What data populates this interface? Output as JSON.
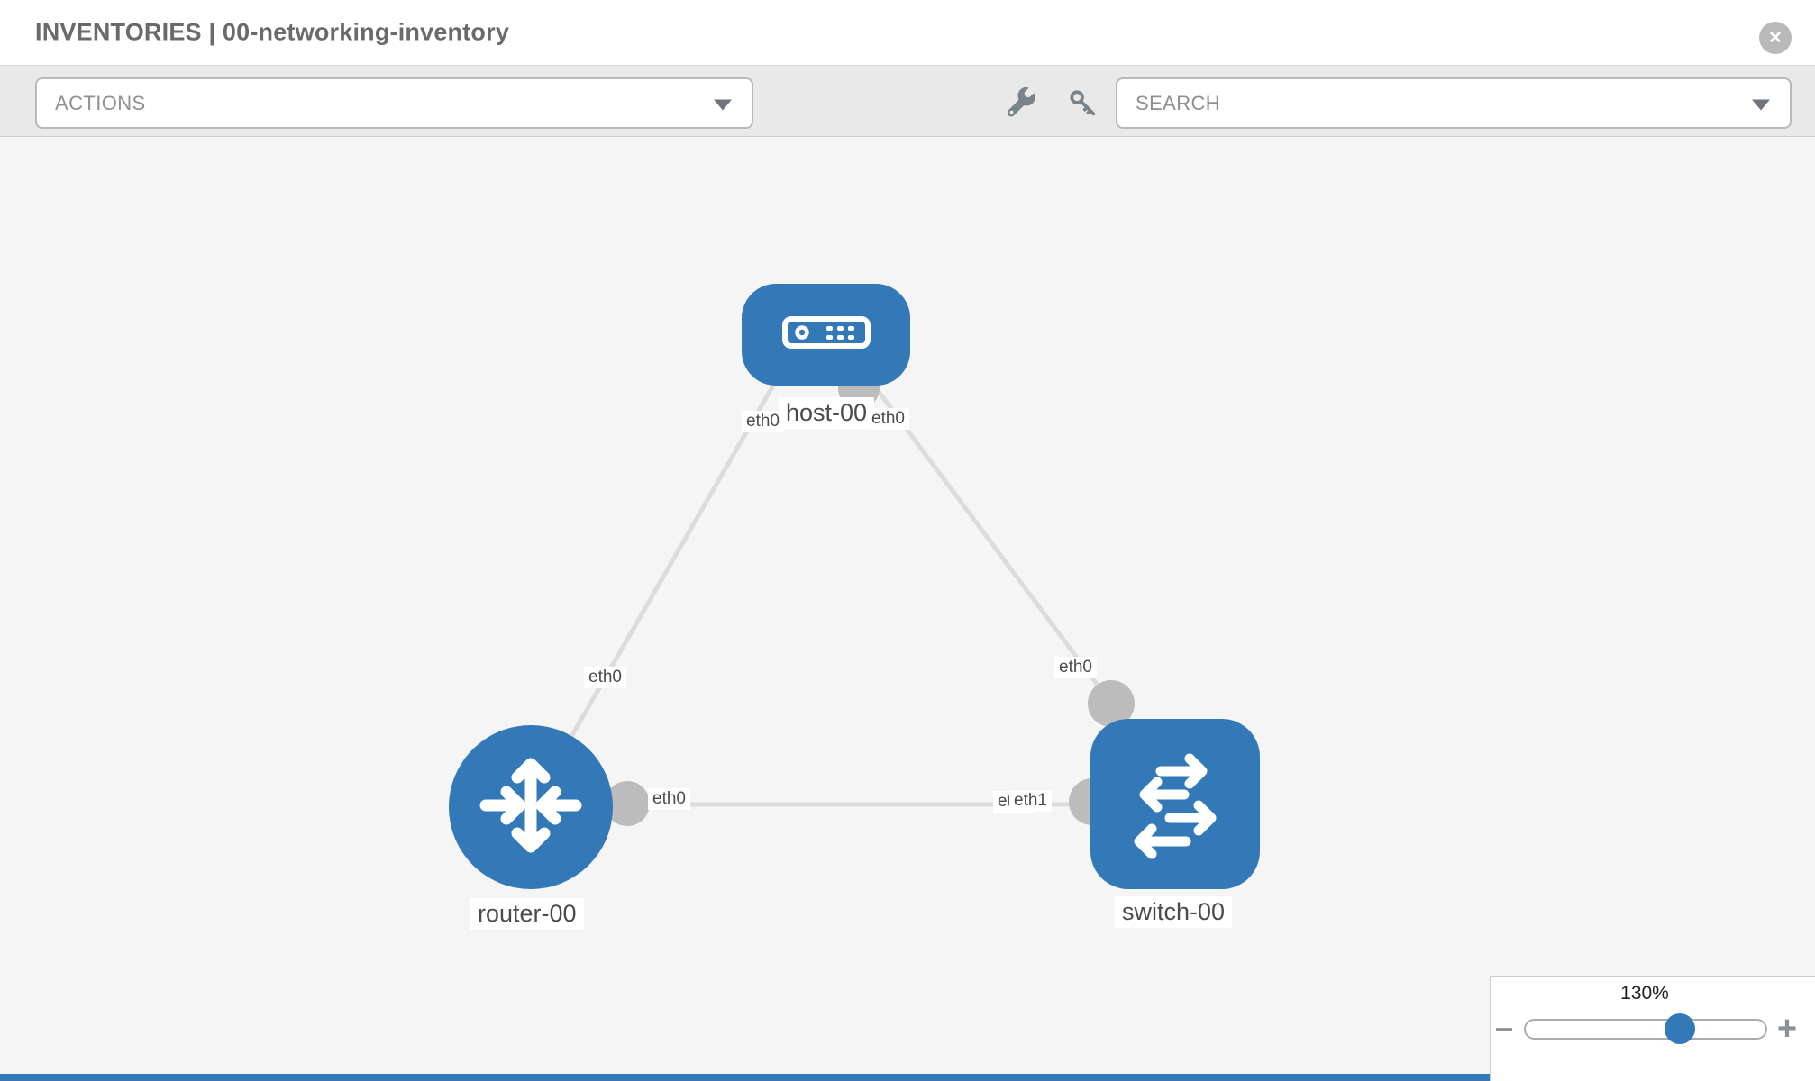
{
  "header": {
    "title": "INVENTORIES | 00-networking-inventory",
    "close_glyph": "✕"
  },
  "toolbar": {
    "actions_label": "ACTIONS",
    "search_label": "SEARCH",
    "icons": [
      "wrench-icon",
      "key-icon"
    ]
  },
  "topology": {
    "nodes": [
      {
        "name": "host-00",
        "type": "host"
      },
      {
        "name": "router-00",
        "type": "router"
      },
      {
        "name": "switch-00",
        "type": "switch"
      }
    ],
    "links": [
      {
        "from": "router-00",
        "from_if": "eth0",
        "to": "host-00",
        "to_if": "eth0"
      },
      {
        "from": "host-00",
        "from_if": "eth0",
        "to": "switch-00",
        "to_if": "eth0"
      },
      {
        "from": "router-00",
        "from_if": "eth0",
        "to": "switch-00",
        "to_if": "eth1"
      }
    ],
    "interface_labels": {
      "router_host_mid": "eth0",
      "host_left": "eth0",
      "host_right": "eth0",
      "host_switch_mid": "eth0",
      "router_switch_left": "eth0",
      "router_switch_right_under": "eth0",
      "router_switch_right_over": "eth1"
    }
  },
  "zoom_control": {
    "value": "130%",
    "minus_glyph": "−",
    "plus_glyph": "+"
  },
  "colors": {
    "node_blue": "#3379b7",
    "canvas_bg": "#f5f5f5",
    "toolbar_bg": "#e9e9e9",
    "link_gray": "#dcdcdc",
    "dot_gray": "#bcbcbc",
    "icon_gray": "#7a828a",
    "label_text": "#4b4b4b"
  }
}
